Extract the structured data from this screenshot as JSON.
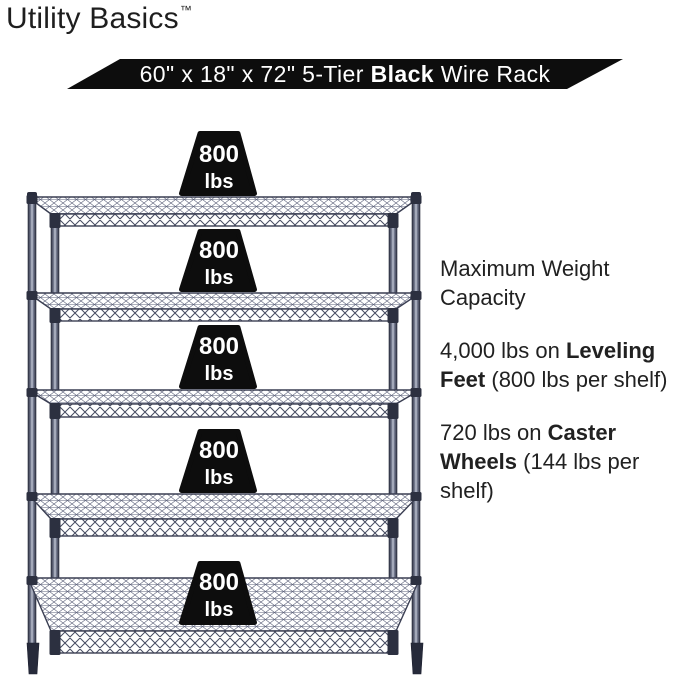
{
  "brand": {
    "name": "Utility Basics",
    "trademark": "™"
  },
  "banner": {
    "prefix": "60\" x 18\" x 72\" 5-Tier ",
    "bold": "Black",
    "suffix": " Wire Rack"
  },
  "rack": {
    "tiers": 5,
    "badges": [
      {
        "value": "800",
        "unit": "lbs"
      },
      {
        "value": "800",
        "unit": "lbs"
      },
      {
        "value": "800",
        "unit": "lbs"
      },
      {
        "value": "800",
        "unit": "lbs"
      },
      {
        "value": "800",
        "unit": "lbs"
      }
    ]
  },
  "details": {
    "heading": "Maximum Weight Capacity",
    "items": [
      {
        "prefix": "4,000 lbs on ",
        "bold": "Leveling Feet",
        "suffix": " (800 lbs per shelf)"
      },
      {
        "prefix": "720 lbs on ",
        "bold": "Caster Wheels",
        "suffix": " (144 lbs per shelf)"
      }
    ]
  },
  "colors": {
    "accent_black": "#0d0d0d",
    "rack_wire": "#3a3e52",
    "text": "#212121",
    "badge_text": "#ffffff"
  }
}
